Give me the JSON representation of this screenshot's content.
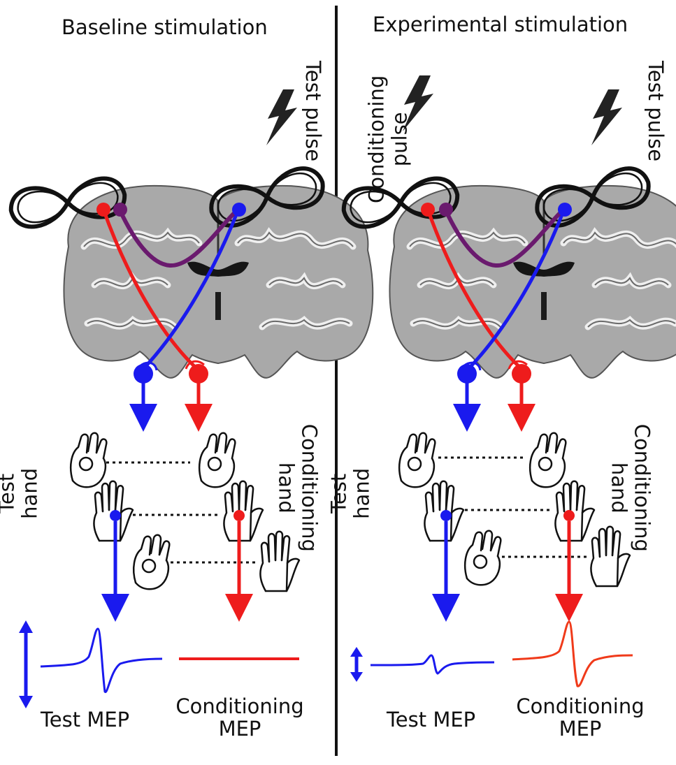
{
  "panels": [
    {
      "id": "baseline",
      "title": "Baseline stimulation",
      "test_pulse": "Test pulse",
      "conditioning_pulse": "",
      "test_hand": [
        "Test",
        "hand"
      ],
      "conditioning_hand": [
        "Conditioning",
        "hand"
      ],
      "test_mep": "Test MEP",
      "conditioning_mep": [
        "Conditioning",
        "MEP"
      ]
    },
    {
      "id": "experimental",
      "title": "Experimental stimulation",
      "test_pulse": "Test pulse",
      "conditioning_pulse": [
        "Conditioning",
        "pulse"
      ],
      "test_hand": [
        "Test",
        "hand"
      ],
      "conditioning_hand": [
        "Conditioning",
        "hand"
      ],
      "test_mep": "Test MEP",
      "conditioning_mep": [
        "Conditioning",
        "MEP"
      ]
    }
  ],
  "colors": {
    "test_pathway": "#1a1aee",
    "conditioning_pathway": "#ee1c1c",
    "interhemispheric_pathway": "#6a1a6e",
    "coil": "#111111",
    "mep_conditioning_experimental": "#f03a1a"
  },
  "icons": [
    "figure-eight-coil-icon",
    "lightning-bolt-icon",
    "ok-hand-icon",
    "open-hand-icon",
    "double-arrow-icon",
    "brain-coronal-slice"
  ]
}
